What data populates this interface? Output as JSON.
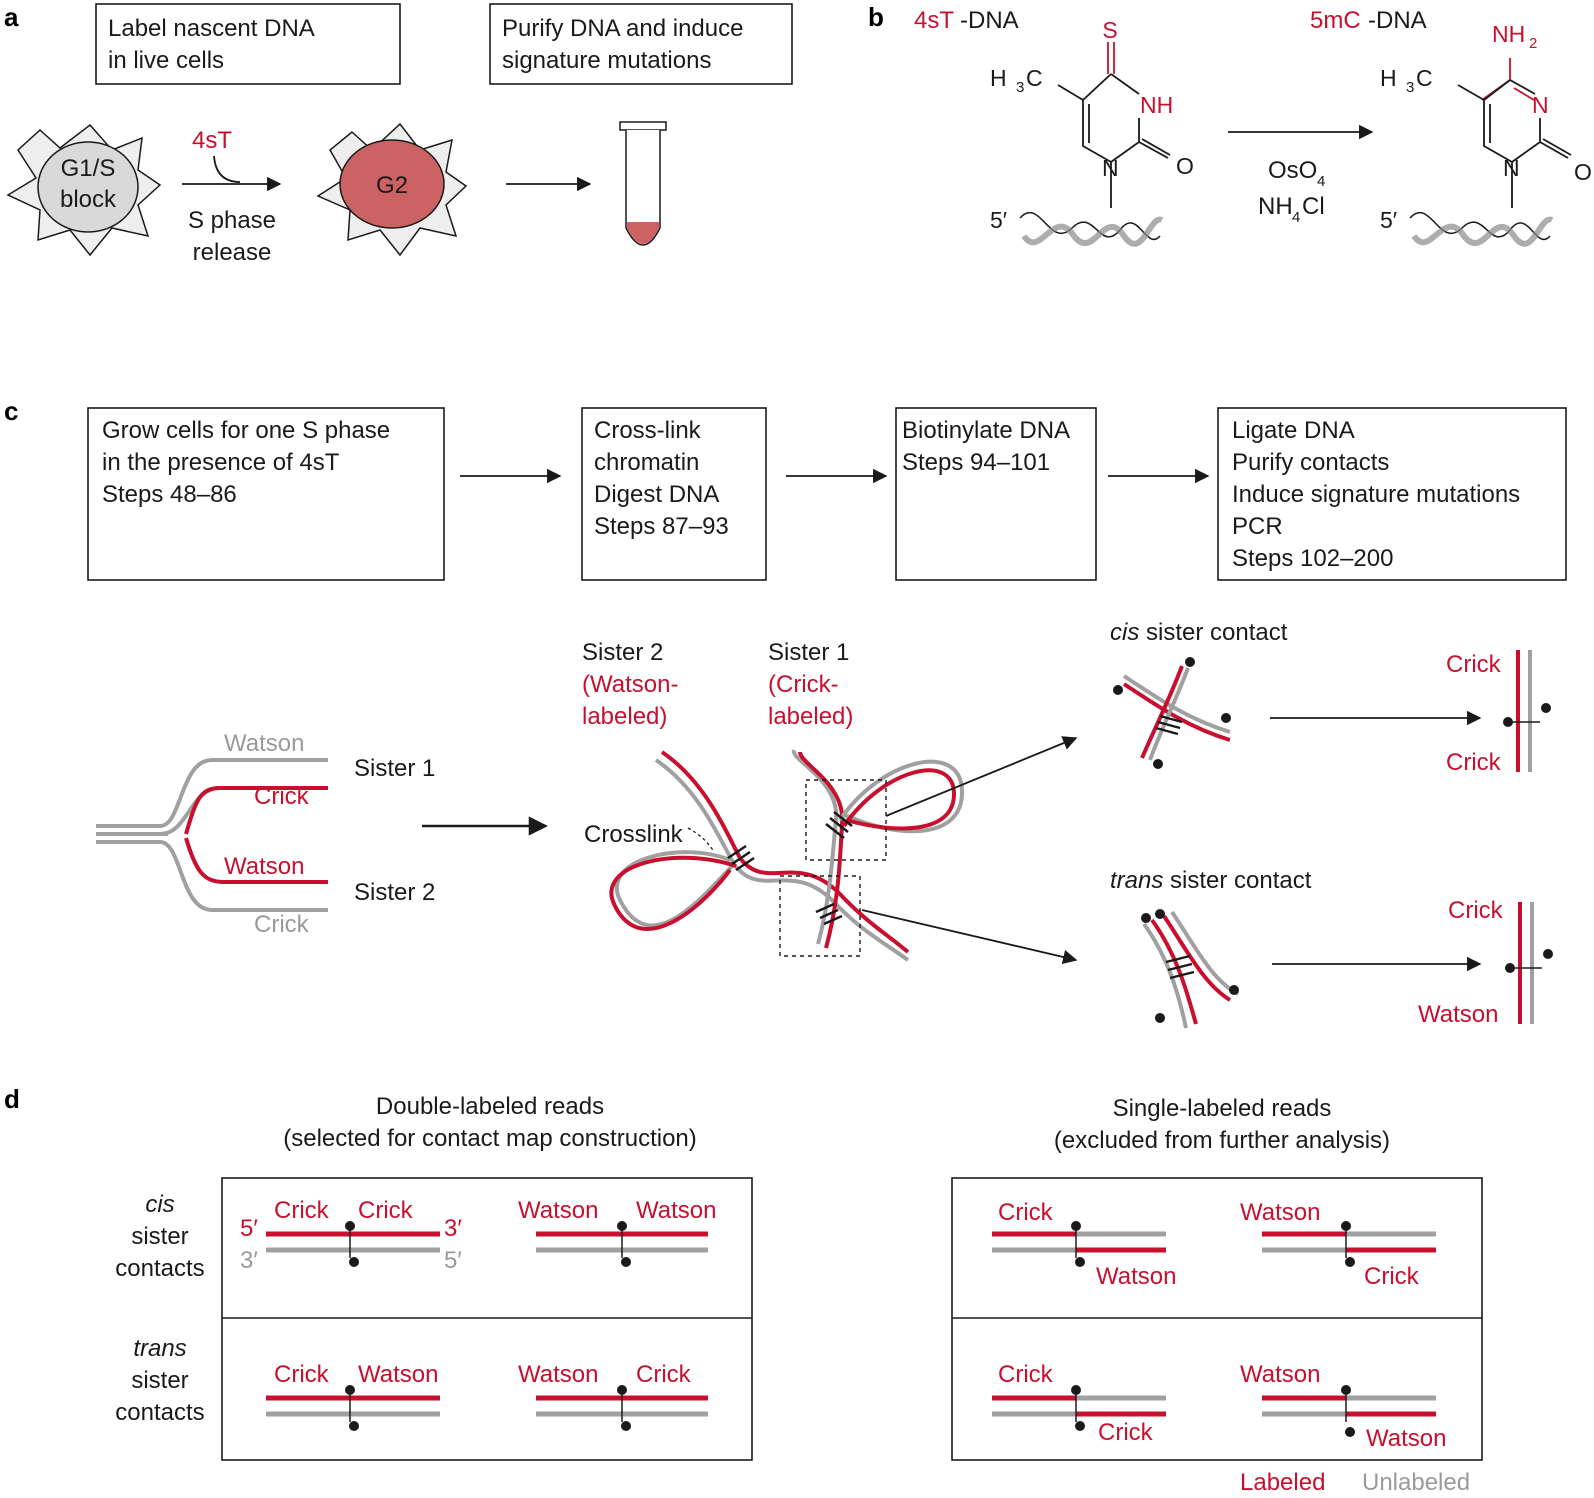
{
  "panels": {
    "a": "a",
    "b": "b",
    "c": "c",
    "d": "d"
  },
  "panel_a": {
    "box1": [
      "Label nascent DNA",
      "in live cells"
    ],
    "box2": [
      "Purify DNA and induce",
      "signature mutations"
    ],
    "cell1": [
      "G1/S",
      "block"
    ],
    "cell2": "G2",
    "reagent": "4sT",
    "release": [
      "S phase",
      "release"
    ]
  },
  "panel_b": {
    "left_title_red": "4sT",
    "left_title_black": "-DNA",
    "right_title_red": "5mC",
    "right_title_black": "-DNA",
    "reagent1": "OsO",
    "reagent1_sub": "4",
    "reagent2a": "NH",
    "reagent2_sub": "4",
    "reagent2b": "Cl",
    "atoms": {
      "S": "S",
      "NH": "NH",
      "O": "O",
      "N": "N",
      "H": "H",
      "C": "C",
      "sub3": "3",
      "NH2": "NH",
      "sub2": "2",
      "five_prime": "5′"
    }
  },
  "panel_c": {
    "steps": [
      [
        "Grow cells for one S phase",
        "in the presence of 4sT",
        "Steps 48–86"
      ],
      [
        "Cross-link",
        "chromatin",
        "Digest DNA",
        "Steps 87–93"
      ],
      [
        "Biotinylate DNA",
        "Steps 94–101"
      ],
      [
        "Ligate DNA",
        "Purify contacts",
        "Induce signature mutations",
        "PCR",
        "Steps 102–200"
      ]
    ],
    "fork": {
      "watson_top": "Watson",
      "crick_top": "Crick",
      "watson_bottom": "Watson",
      "crick_bottom": "Crick",
      "sister1": "Sister 1",
      "sister2": "Sister 2"
    },
    "sister2_title": "Sister 2",
    "sister2_sub": [
      "(Watson-",
      "labeled)"
    ],
    "sister1_title": "Sister 1",
    "sister1_sub": [
      "(Crick-",
      "labeled)"
    ],
    "crosslink": "Crosslink",
    "cis_italic": "cis",
    "cis_rest": " sister contact",
    "trans_italic": "trans",
    "trans_rest": " sister contact",
    "cis_reads": [
      "Crick",
      "Crick"
    ],
    "trans_reads": [
      "Crick",
      "Watson"
    ]
  },
  "panel_d": {
    "left_title": [
      "Double-labeled reads",
      "(selected for contact map construction)"
    ],
    "right_title": [
      "Single-labeled reads",
      "(excluded from further analysis)"
    ],
    "cis_row": [
      "cis",
      "sister",
      "contacts"
    ],
    "trans_row": [
      "trans",
      "sister",
      "contacts"
    ],
    "ends": {
      "five": "5′",
      "three": "3′"
    },
    "double_cis": [
      [
        "Crick",
        "Crick"
      ],
      [
        "Watson",
        "Watson"
      ]
    ],
    "double_trans": [
      [
        "Crick",
        "Watson"
      ],
      [
        "Watson",
        "Crick"
      ]
    ],
    "single_top": [
      [
        "Crick",
        "Watson"
      ],
      [
        "Watson",
        "Crick"
      ]
    ],
    "single_bottom": [
      [
        "Crick",
        "Crick"
      ],
      [
        "Watson",
        "Watson"
      ]
    ],
    "legend": {
      "labeled": "Labeled",
      "unlabeled": "Unlabeled"
    }
  },
  "colors": {
    "labeled": "#c8102e",
    "unlabeled": "#9a9a9a",
    "g2_fill": "#cd6264",
    "g1_fill": "#d9d9d9",
    "cell_fill": "#eeeeee"
  }
}
